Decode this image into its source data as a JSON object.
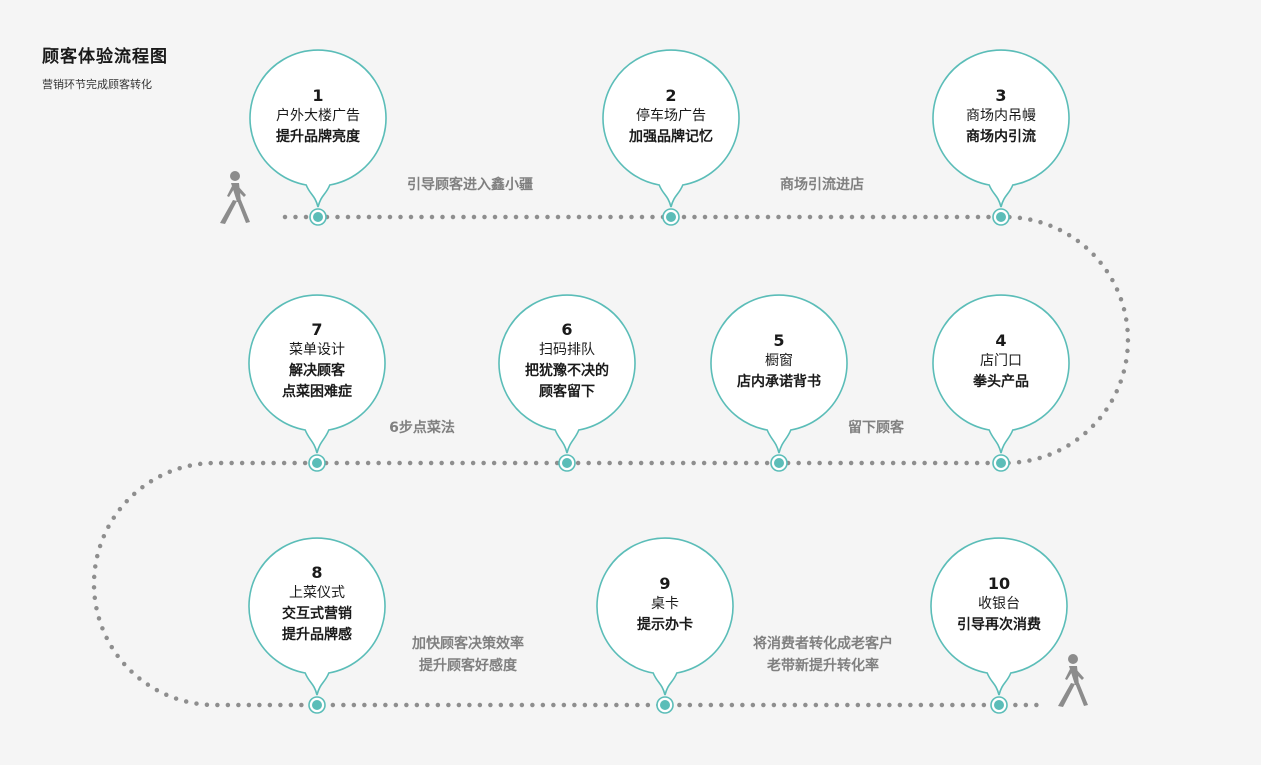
{
  "header": {
    "title": "顾客体验流程图",
    "subtitle": "营销环节完成顾客转化"
  },
  "colors": {
    "accent": "#5bbdb8",
    "dots": "#8e8e8e",
    "caption": "#808080",
    "walker": "#8c8c8c"
  },
  "icons": [
    "walking-person-icon"
  ],
  "steps": [
    {
      "num": "1",
      "lines": [
        "户外大楼广告"
      ],
      "bold_lines": [
        "提升品牌亮度"
      ]
    },
    {
      "num": "2",
      "lines": [
        "停车场广告"
      ],
      "bold_lines": [
        "加强品牌记忆"
      ]
    },
    {
      "num": "3",
      "lines": [
        "商场内吊幔"
      ],
      "bold_lines": [
        "商场内引流"
      ]
    },
    {
      "num": "4",
      "lines": [
        "店门口"
      ],
      "bold_lines": [
        "拳头产品"
      ]
    },
    {
      "num": "5",
      "lines": [
        "橱窗"
      ],
      "bold_lines": [
        "店内承诺背书"
      ]
    },
    {
      "num": "6",
      "lines": [
        "扫码排队"
      ],
      "bold_lines": [
        "把犹豫不决的",
        "顾客留下"
      ]
    },
    {
      "num": "7",
      "lines": [
        "菜单设计"
      ],
      "bold_lines": [
        "解决顾客",
        "点菜困难症"
      ]
    },
    {
      "num": "8",
      "lines": [
        "上菜仪式"
      ],
      "bold_lines": [
        "交互式营销",
        "提升品牌感"
      ]
    },
    {
      "num": "9",
      "lines": [
        "桌卡"
      ],
      "bold_lines": [
        "提示办卡"
      ]
    },
    {
      "num": "10",
      "lines": [
        "收银台"
      ],
      "bold_lines": [
        "引导再次消费"
      ]
    }
  ],
  "captions": [
    {
      "lines": [
        "引导顾客进入鑫小疆"
      ]
    },
    {
      "lines": [
        "商场引流进店"
      ]
    },
    {
      "lines": [
        "留下顾客"
      ]
    },
    {
      "lines": [
        "6步点菜法"
      ]
    },
    {
      "lines": [
        "加快顾客决策效率",
        "提升顾客好感度"
      ]
    },
    {
      "lines": [
        "将消费者转化成老客户",
        "老带新提升转化率"
      ]
    }
  ]
}
